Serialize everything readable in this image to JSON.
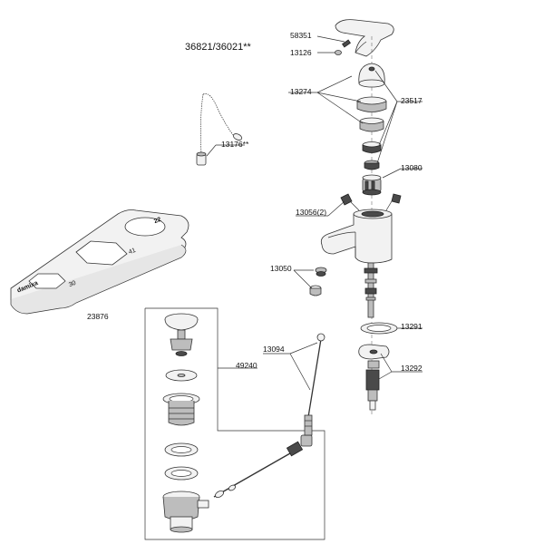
{
  "title": "36821/36021**",
  "labels": {
    "p58351": "58351",
    "p13126": "13126",
    "p13274": "13274",
    "p23517": "23517",
    "p13176": "13176**",
    "p13080": "13080",
    "p13056": "13056(2)",
    "p13050": "13050",
    "p23876": "23876",
    "p13291": "13291",
    "p13094": "13094",
    "p49240": "49240",
    "p13292": "13292"
  },
  "wrench_text": {
    "brand": "damixa",
    "n22": "22",
    "n30": "30",
    "n41": "41"
  }
}
